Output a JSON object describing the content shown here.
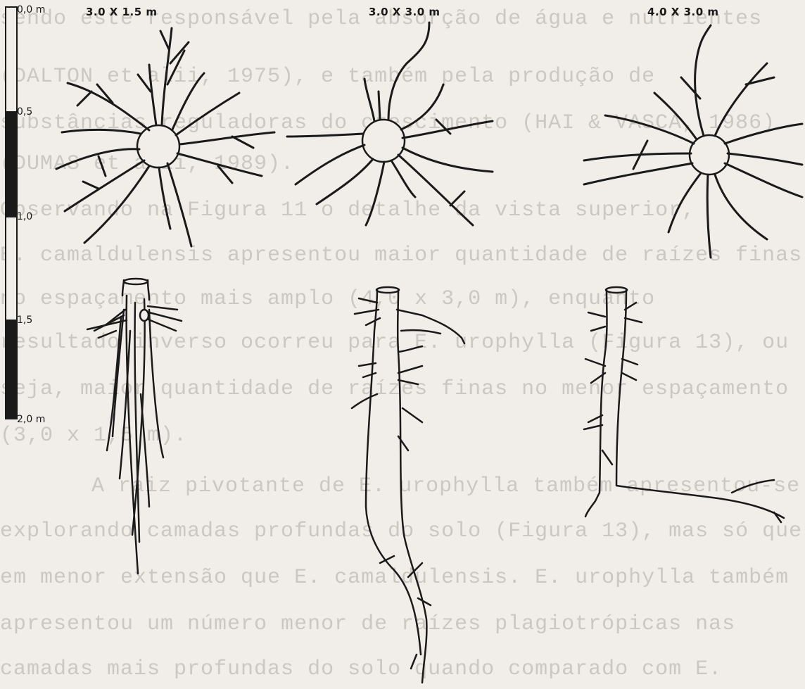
{
  "background_text": [
    "sendo este responsável pela absorção de água e nutrientes",
    "(DALTON et alii, 1975), e também pela produção de",
    "substâncias reguladoras do crescimento (HAI & VASCA, 1986)",
    "(DUMAS et alii, 1989).",
    "Observando na Figura 11 o detalhe da vista superior,",
    "E. camaldulensis apresentou maior quantidade de raízes finas",
    "no espaçamento mais amplo (4,0 x 3,0 m), enquanto",
    "resultado inverso ocorreu para E. urophylla (Figura 13), ou",
    "seja, maior quantidade de raízes finas no menor espaçamento",
    "(3,0 x 1,5 m).",
    "A raiz pivotante de E. urophylla também apresentou-se",
    "explorando camadas profundas do solo (Figura 13), mas só que",
    "em menor extensão que E. camaldulensis. E. urophylla também",
    "apresentou um número menor de raízes plagiotrópicas nas",
    "camadas mais profundas do solo quando comparado com E."
  ],
  "scale_bar": {
    "ticks": [
      "0,0 m",
      "0,5",
      "1,0",
      "1,5",
      "2,0 m"
    ]
  },
  "panels": [
    {
      "spacing_label": "3.0 X 1.5 m"
    },
    {
      "spacing_label": "3.0 X 3.0 m"
    },
    {
      "spacing_label": "4.0 X 3.0 m"
    }
  ],
  "colors": {
    "ink": "#1a1a1a",
    "paper": "#f1eee9",
    "faded_text": "#cbc7c1"
  }
}
